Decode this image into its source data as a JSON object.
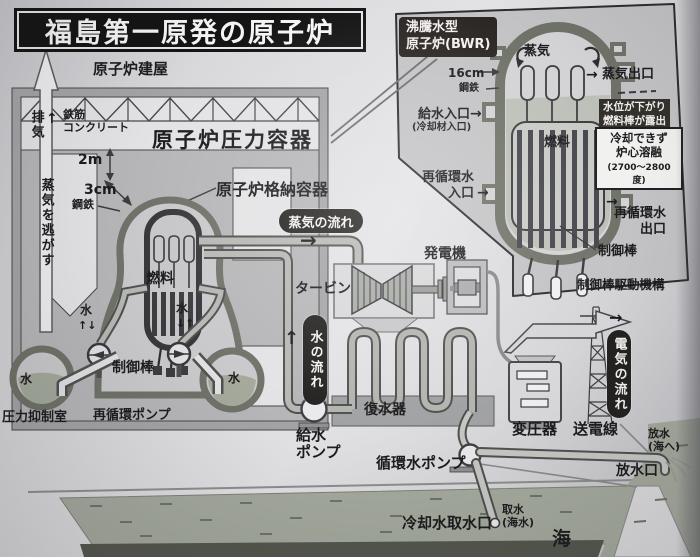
{
  "title": "福島第一原発の原子炉",
  "arrows": {
    "right": "→",
    "up": "↑",
    "down": "↓",
    "up_down": "↑↓",
    "down_up": "↓↑"
  },
  "building": {
    "label": "原子炉建屋",
    "exhaust": "排気",
    "rebar": "鉄筋\nコンクリート",
    "pressure_vessel": "原子炉圧力容器",
    "containment_vessel": "原子炉格納容器",
    "dim_2m": "2m",
    "dim_3cm": "3cm",
    "steel": "鋼鉄",
    "steam_release": "蒸気を逃がす",
    "fuel": "燃料",
    "water": "水",
    "control_rods": "制御棒",
    "suppression_chamber": "圧力抑制室",
    "recirc_pump": "再循環ポンプ"
  },
  "inset": {
    "title": "沸騰水型\n原子炉(BWR)",
    "steam": "蒸気",
    "dim_16cm": "16cm",
    "steel": "鋼鉄",
    "steam_outlet": "蒸気出口",
    "feedwater_inlet": "給水入口",
    "coolant_inlet": "(冷却材入口)",
    "water_level": "水位が下がり\n燃料棒が露出",
    "fuel": "燃料",
    "meltdown": "冷却できず\n炉心溶融",
    "meltdown_temp": "(2700〜2800度)",
    "recirc_inlet": "再循環水\n入口",
    "recirc_outlet": "再循環水\n出口",
    "control_rods": "制御棒",
    "crd": "制御棒駆動機構"
  },
  "flows": {
    "steam": "蒸気の流れ",
    "water": "水の流れ",
    "electricity": "電気の流れ"
  },
  "plant": {
    "turbine": "タービン",
    "generator": "発電機",
    "condenser": "復水器",
    "feed_pump": "給水\nポンプ",
    "circulating_pump": "循環水ポンプ",
    "transformer": "変圧器",
    "power_line": "送電線",
    "cooling_intake": "冷却水取水口",
    "intake": "取水\n(海水)",
    "discharge": "放水\n(海へ)",
    "discharge_outlet": "放水口",
    "sea": "海"
  }
}
